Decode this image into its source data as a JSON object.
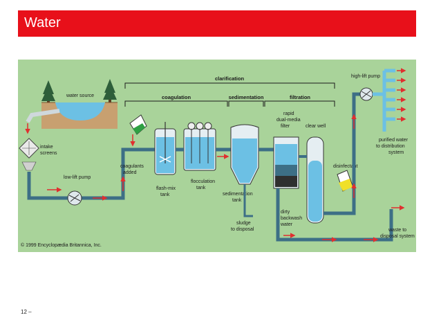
{
  "slide": {
    "title": "Water",
    "page_number": "12 –"
  },
  "diagram": {
    "labels": {
      "clarification": "clarification",
      "coagulation": "coagulation",
      "sedimentation": "sedimentation",
      "filtration": "filtration",
      "water_source": "water source",
      "intake": "intake",
      "screens": "screens",
      "low_lift_pump": "low-lift pump",
      "coagulants": "coagulants",
      "added": "added",
      "flash_mix": "flash-mix",
      "tank": "tank",
      "flocculation": "flocculation",
      "flocculation_tank": "tank",
      "sedimentation_l1": "sedimentation",
      "sedimentation_tank": "tank",
      "sludge": "sludge",
      "to_disposal": "to disposal",
      "rapid": "rapid",
      "dual_media": "dual-media",
      "filter": "filter",
      "clear_well": "clear well",
      "dirty": "dirty",
      "backwash": "backwash",
      "water": "water",
      "disinfectant": "disinfectant",
      "high_lift_pump": "high-lift pump",
      "purified_water": "purified water",
      "to_distribution": "to distribution",
      "system": "system",
      "waste_to": "waste to",
      "disposal_system": "disposal system",
      "copyright": "© 1999 Encyclopædia Britannica, Inc."
    },
    "colors": {
      "background": "#a9d39a",
      "pipe": "#3d6f86",
      "water": "#6cc0e4",
      "arrow": "#e02f2f",
      "title_bar": "#e8101a"
    }
  }
}
